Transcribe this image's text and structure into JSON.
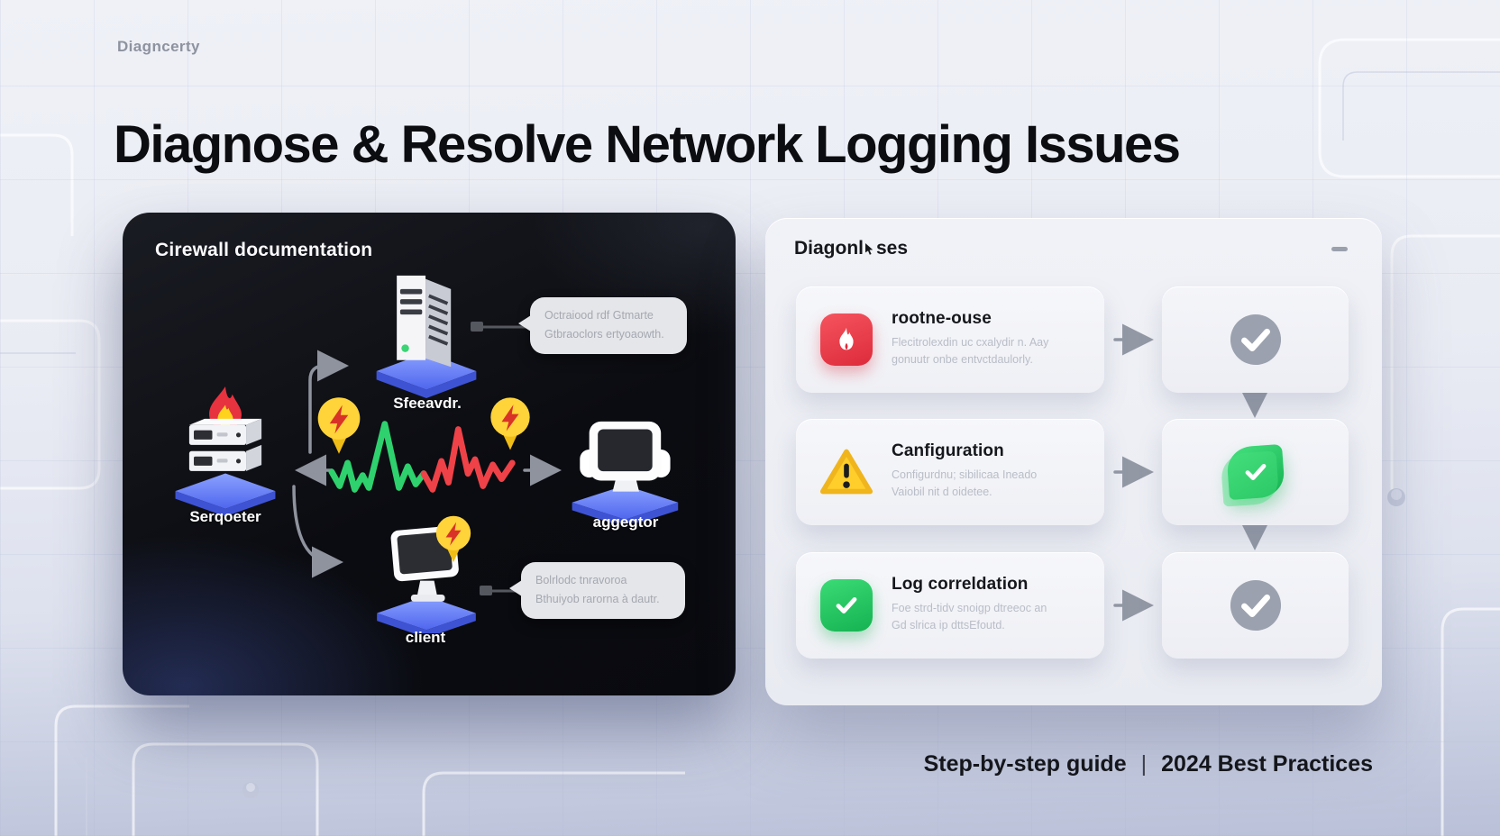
{
  "header": {
    "brand": "Diagncerty",
    "title": "Diagnose & Resolve Network Logging Issues"
  },
  "diagram": {
    "card_title": "Cirewall documentation",
    "nodes": {
      "server": {
        "label": "Sfeeavdr.",
        "icon": "server-tower-icon"
      },
      "fire_server": {
        "label": "Serqoeter",
        "icon": "server-stack-fire-icon"
      },
      "aggregator": {
        "label": "aggegtor",
        "icon": "desktop-computer-icon"
      },
      "client": {
        "label": "client",
        "icon": "monitor-icon"
      }
    },
    "callouts": {
      "server_note": {
        "line1": "Octraiood rdf Gtmarte",
        "line2": "Gtbraoclors ertyoaowth."
      },
      "client_note": {
        "line1": "Bolrlodc tnravoroa",
        "line2": "Bthuiyob rarorna à dautr."
      }
    },
    "colors": {
      "waveform_green": "#2ed16d",
      "waveform_red": "#ee4248",
      "platform_blue": "#5b74f2",
      "flame_red": "#e6333f",
      "pin_yellow": "#ffd33a"
    }
  },
  "checklist": {
    "card_title_part1": "Diagonl",
    "card_title_part2": "ses",
    "rows": [
      {
        "title": "rootne-ouse",
        "desc1": "Flecitrolexdin uc cxalydir n. Aay",
        "desc2": "gonuutr onbe entvctdaulorly.",
        "icon": "flame-icon",
        "icon_color": "#e8333f",
        "status": "pending",
        "status_color": "#9ba1ae"
      },
      {
        "title": "Canfiguration",
        "desc1": "Configurdnu; sibilicaa Ineado",
        "desc2": "Vaiobil nit d oidetee.",
        "icon": "warning-triangle-icon",
        "icon_color": "#ffce2b",
        "status": "done",
        "status_color": "#27c861"
      },
      {
        "title": "Log correldation",
        "desc1": "Foe strd-tidv snoigp dtreeoc an",
        "desc2": "Gd slrica ip dttsEfoutd.",
        "icon": "check-square-icon",
        "icon_color": "#27c861",
        "status": "pending",
        "status_color": "#9ba1ae"
      }
    ]
  },
  "footer": {
    "left": "Step-by-step guide",
    "separator": "|",
    "right": "2024 Best Practices"
  }
}
